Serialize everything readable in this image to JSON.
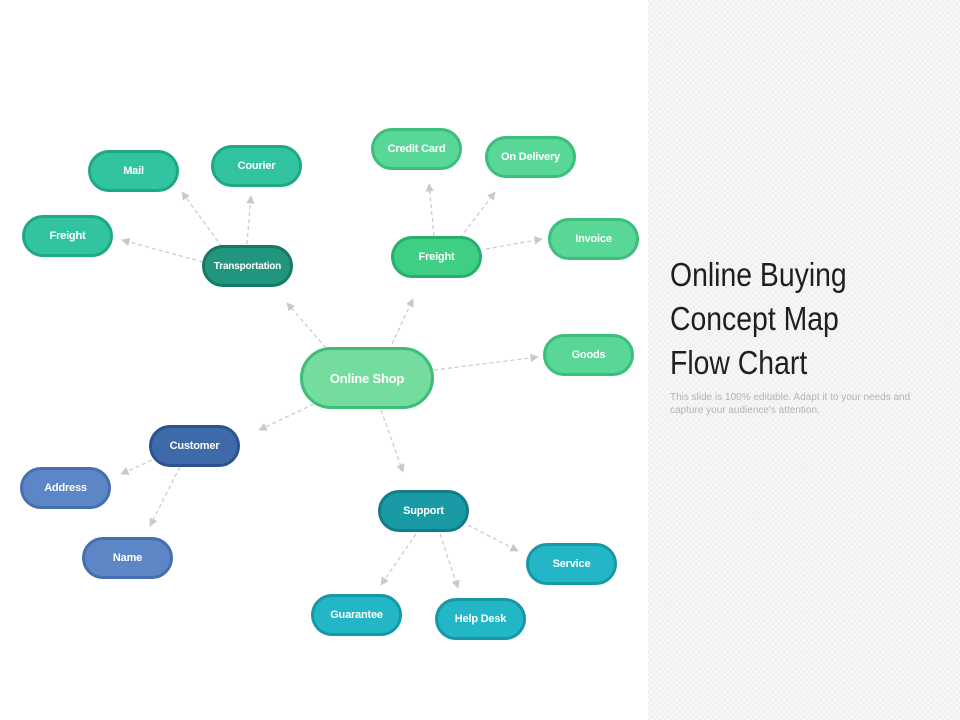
{
  "slide": {
    "title": "Online Buying\nConcept Map\nFlow Chart",
    "subtitle": "This slide is 100% editable. Adapt it to your needs and capture your audience's attention."
  },
  "colors": {
    "teal": "#32c4a0",
    "green": "#3ecf85",
    "mint": "#58d796",
    "blue": "#5c86c6",
    "navy": "#3f6aa9",
    "cyan": "#23b6c6",
    "dark_teal": "#1a9aa4",
    "transport": "#21957e",
    "center": "#74dc9f"
  },
  "nodes": {
    "center": "Online Shop",
    "transportation": "Transportation",
    "mail": "Mail",
    "courier": "Courier",
    "freight_left": "Freight",
    "payment_hub": "Freight",
    "credit_card": "Credit Card",
    "on_delivery": "On Delivery",
    "invoice": "Invoice",
    "goods": "Goods",
    "customer": "Customer",
    "address": "Address",
    "name": "Name",
    "support": "Support",
    "service": "Service",
    "guarantee": "Guarantee",
    "help_desk": "Help Desk"
  }
}
